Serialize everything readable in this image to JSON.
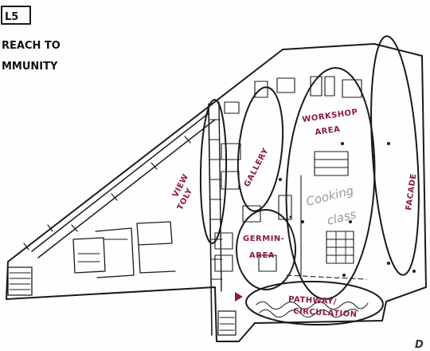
{
  "header": {
    "level_tag": "L5",
    "line1": "REACH TO",
    "line2": "MMUNITY"
  },
  "zones": {
    "workshop_line1": "WORKSHOP",
    "workshop_line2": "AREA",
    "gallery": "GALLERY",
    "view_line1": "VIEW",
    "view_line2": "TOLY",
    "germin_line1": "GERMIN-",
    "germin_line2": "AREA",
    "facade": "FACADE",
    "pathway_line1": "PATHWAY/",
    "pathway_line2": "CIRCULATION"
  },
  "pencil_notes": {
    "line1": "Cooking",
    "line2": "class"
  },
  "corner_mark": "D",
  "colors": {
    "ink": "#1a1a1a",
    "label": "#8a1c3c",
    "pencil": "#9a9a9a"
  }
}
